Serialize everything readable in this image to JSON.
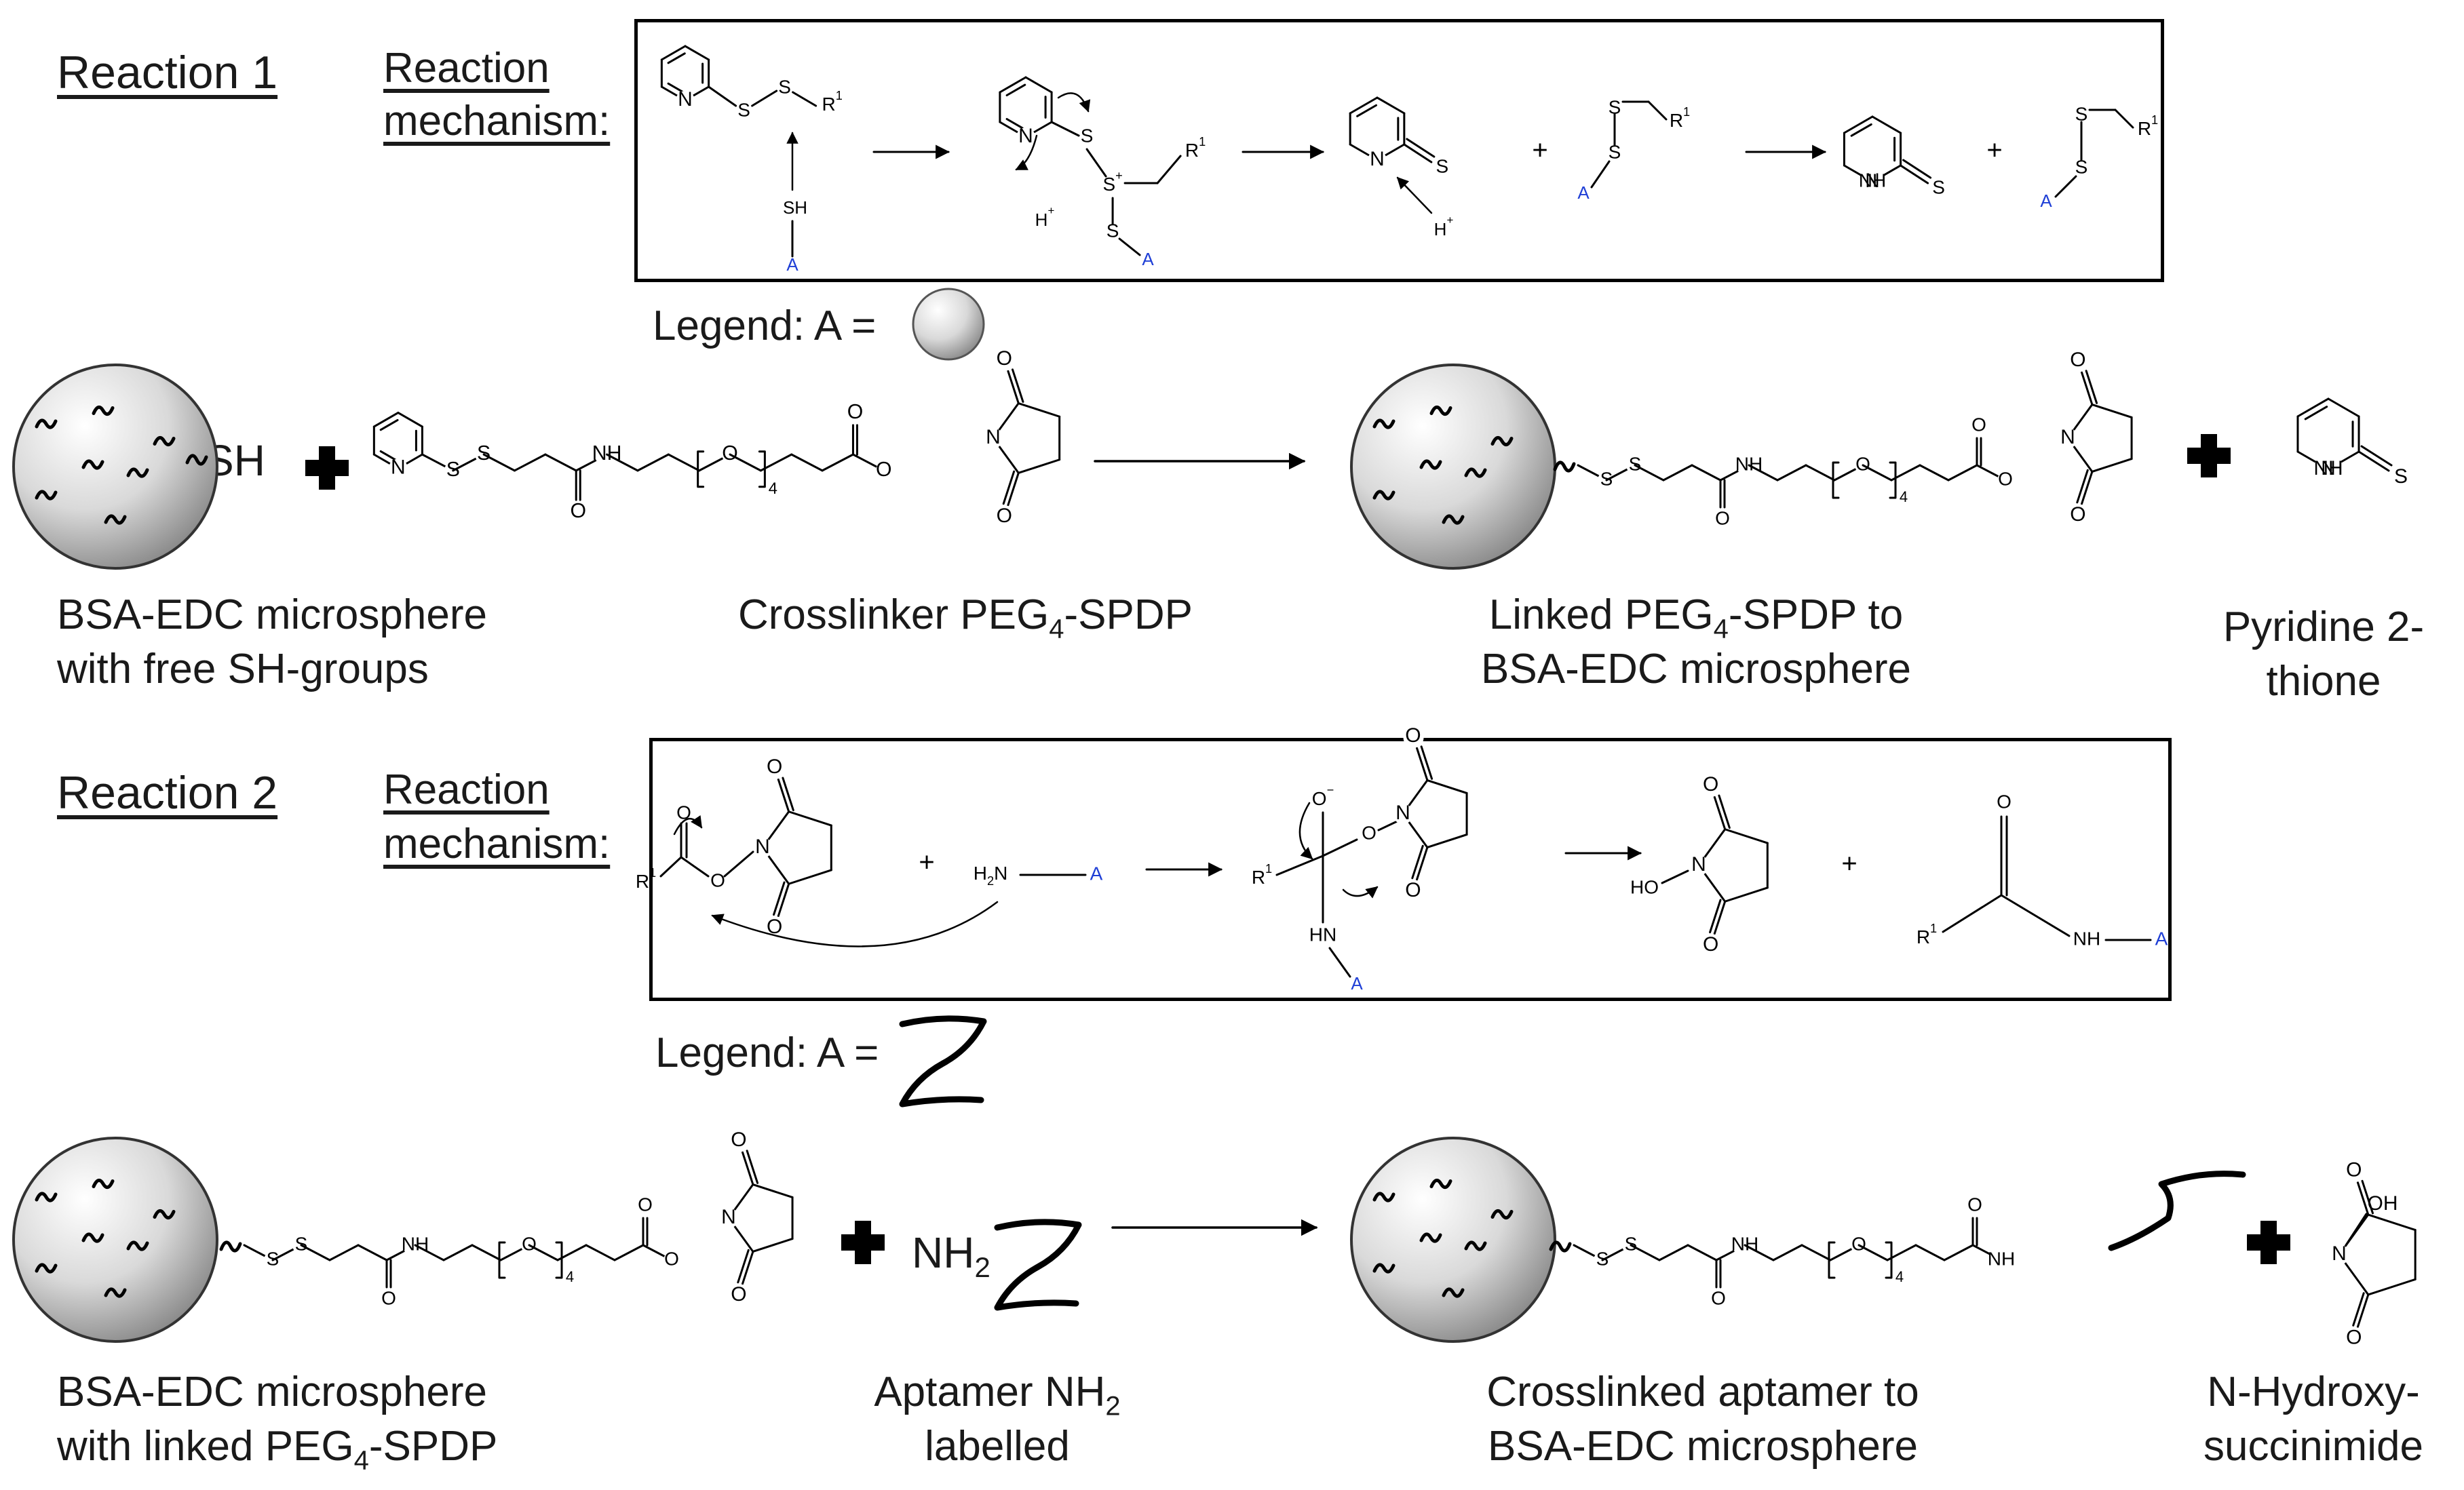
{
  "reaction1": {
    "section_title": "Reaction 1",
    "mechanism_label_line1": "Reaction",
    "mechanism_label_line2": "mechanism:",
    "legend_text": "Legend: A =",
    "legend_icon": "microsphere-bead",
    "chem_labels": {
      "r1": "R",
      "r1_sup": "1",
      "sh": "SH",
      "a": "A",
      "h_plus": "H",
      "plus_sup": "+",
      "n": "N",
      "nh": "NH",
      "s": "S",
      "plus": "+"
    },
    "free_sh": "SH",
    "reactant1_label": [
      "BSA-EDC microsphere",
      "with free SH-groups"
    ],
    "reactant2_label": {
      "prefix": "Crosslinker PEG",
      "sub": "4",
      "suffix": "-SPDP"
    },
    "product1_label": {
      "line1_prefix": "Linked PEG",
      "line1_sub": "4",
      "line1_suffix": "-SPDP to",
      "line2": "BSA-EDC microsphere"
    },
    "product2_label": [
      "Pyridine 2-",
      "thione"
    ]
  },
  "reaction2": {
    "section_title": "Reaction 2",
    "mechanism_label_line1": "Reaction",
    "mechanism_label_line2": "mechanism:",
    "legend_text": "Legend: A =",
    "legend_icon": "aptamer-strand",
    "chem_labels": {
      "h2n": "H",
      "h2n_sub": "2",
      "h2n_n": "N",
      "a": "A",
      "r1": "R",
      "r1_sup": "1",
      "o_minus": "O",
      "minus_sup": "−",
      "hn": "HN",
      "ho": "HO",
      "n": "N",
      "o": "O",
      "nh": "NH",
      "plus": "+"
    },
    "reactant2_nh2": {
      "main": "NH",
      "sub": "2"
    },
    "reactant1_label": {
      "line1": "BSA-EDC microsphere",
      "line2_prefix": "with linked PEG",
      "line2_sub": "4",
      "line2_suffix": "-SPDP"
    },
    "reactant2_label": {
      "line1_prefix": "Aptamer NH",
      "line1_sub": "2",
      "line2": "labelled"
    },
    "product1_label": [
      "Crosslinked aptamer to",
      "BSA-EDC microsphere"
    ],
    "product2_label": [
      "N-Hydroxy-",
      "succinimide"
    ],
    "oh": "OH"
  },
  "linker_atoms": {
    "s": "S",
    "nh": "NH",
    "o": "O",
    "n": "N",
    "sub4": "4"
  },
  "colors": {
    "label_text": "#1a1a1a",
    "atom_label_blue": "#1f3fd6",
    "bond": "#000000",
    "sphere_light": "#ffffff",
    "sphere_dark": "#8a8a8a"
  }
}
